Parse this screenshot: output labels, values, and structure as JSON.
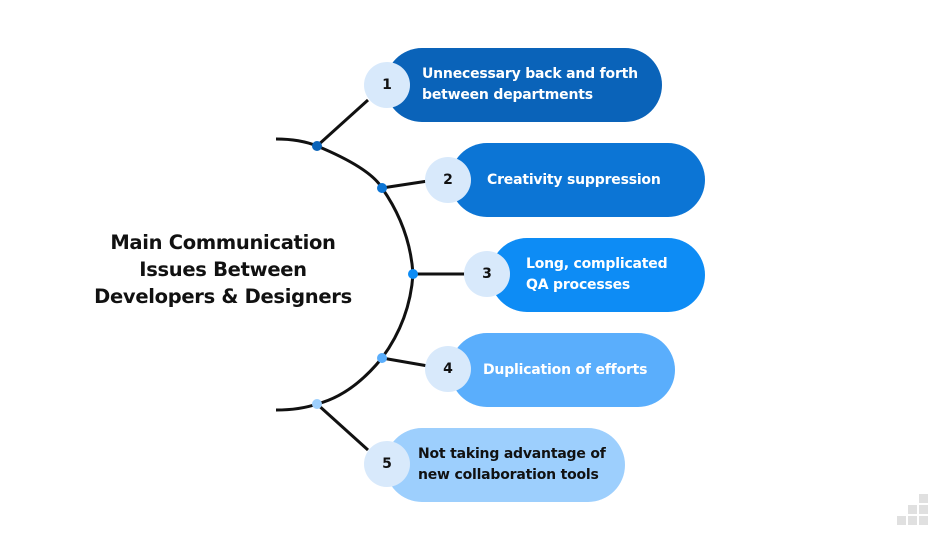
{
  "title": {
    "lines": [
      "Main Communication",
      "Issues Between",
      "Developers & Designers"
    ]
  },
  "items": [
    {
      "number": "1",
      "label": "Unnecessary back and forth between departments",
      "color": "#0a63b9",
      "text_color": "#ffffff",
      "dot_color": "#0a63b9"
    },
    {
      "number": "2",
      "label": "Creativity suppression",
      "color": "#0c75d5",
      "text_color": "#ffffff",
      "dot_color": "#0c75d5"
    },
    {
      "number": "3",
      "label": "Long, complicated QA processes",
      "color": "#0d8cf5",
      "text_color": "#ffffff",
      "dot_color": "#0d8cf5"
    },
    {
      "number": "4",
      "label": "Duplication of efforts",
      "color": "#5aaefc",
      "text_color": "#ffffff",
      "dot_color": "#5aaefc"
    },
    {
      "number": "5",
      "label": "Not taking advantage of new collaboration tools",
      "color": "#9dcffd",
      "text_color": "#111111",
      "dot_color": "#9dcffd"
    }
  ],
  "colors": {
    "badge_bg": "#d8e9fb",
    "line": "#111111",
    "logo": "#e0e0e0"
  },
  "logo": {
    "icon": "staircase-squares-logo-icon"
  }
}
